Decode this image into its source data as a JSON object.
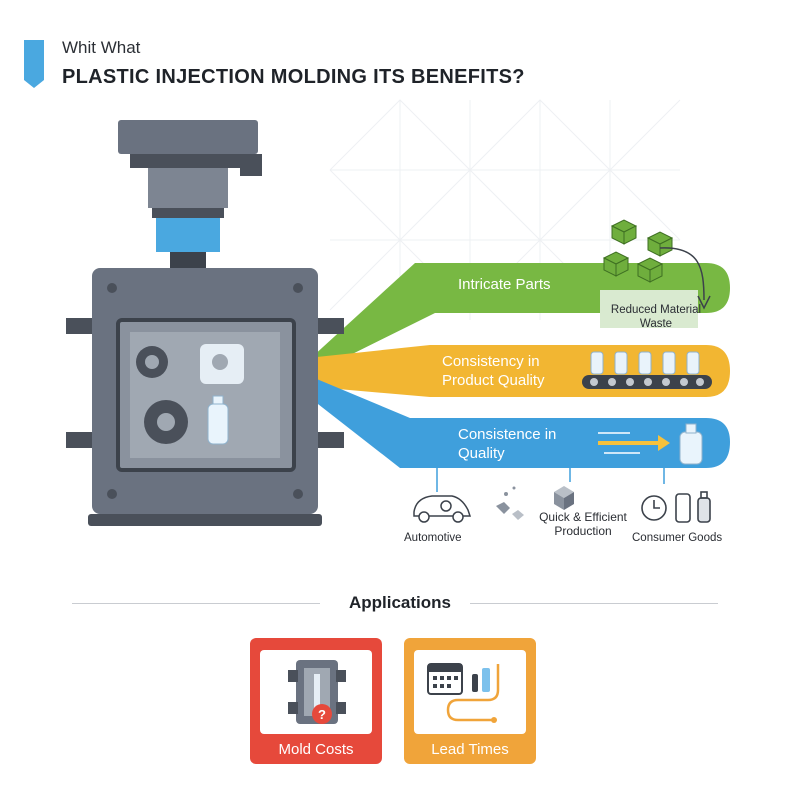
{
  "header": {
    "kicker": "Whit What",
    "headline": "PLASTIC INJECTION MOLDING ITS BENEFITS?"
  },
  "benefits": [
    {
      "label": "Intricate Parts",
      "color": "#78b843"
    },
    {
      "label": "Consistency in Product Quality",
      "color": "#f2b632"
    },
    {
      "label": "Consistence in Quality",
      "color": "#3f9fdc"
    }
  ],
  "callouts": {
    "waste": "Reduced Material Waste",
    "production": "Quick & Efficient Production"
  },
  "industries": [
    {
      "label": "Automotive",
      "icon": "car-icon"
    },
    {
      "label": "Consumer Goods",
      "icon": "clock-phone-bottle-icon"
    }
  ],
  "applications": {
    "title": "Applications",
    "cards": [
      {
        "label": "Mold Costs",
        "color": "#e6493b",
        "icon": "mold-icon"
      },
      {
        "label": "Lead Times",
        "color": "#f0a43a",
        "icon": "calendar-icon"
      }
    ]
  },
  "colors": {
    "green": "#78b843",
    "yellow": "#f2b632",
    "blue": "#3f9fdc",
    "machine": "#6a7280",
    "machine_dark": "#4a505a"
  }
}
